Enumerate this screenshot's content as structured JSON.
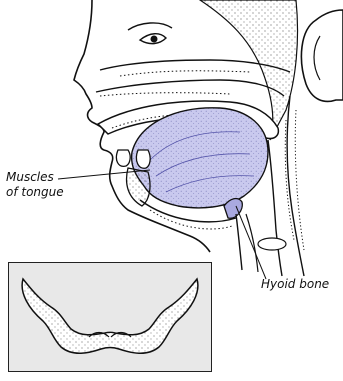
{
  "labels": {
    "muscles_line1": "Muscles",
    "muscles_line2": "of tongue",
    "hyoid": "Hyoid bone"
  },
  "colors": {
    "tongue_fill": "#c9c9ee",
    "hyoid_fill": "#a9a9e0",
    "inset_background": "#e8e8e8",
    "line": "#111111"
  }
}
